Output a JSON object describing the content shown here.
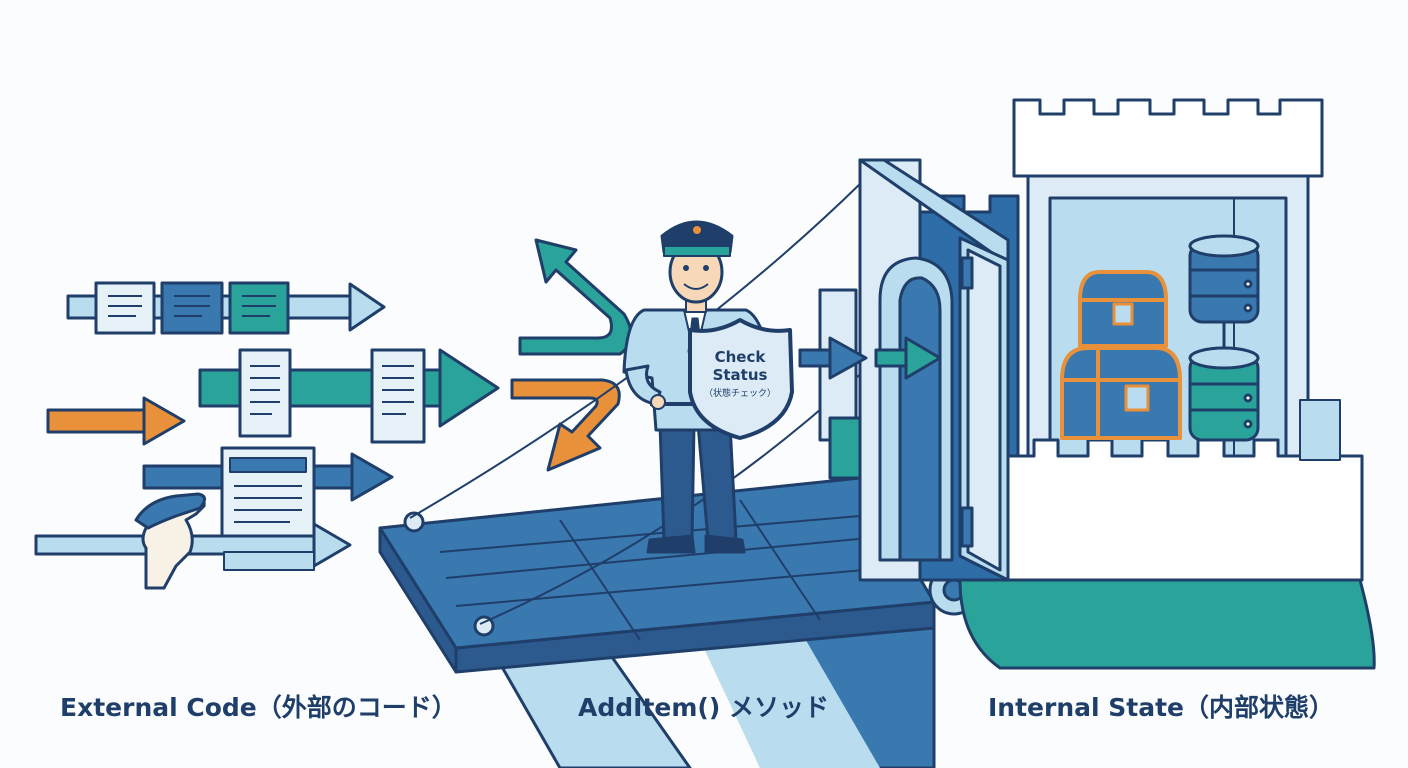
{
  "shield": {
    "line1": "Check",
    "line2": "Status",
    "line3": "（状態チェック）"
  },
  "captions": {
    "external": "External Code（外部のコード）",
    "method": "AddItem() メソッド",
    "internal": "Internal State（内部状態）"
  },
  "colors": {
    "navy": "#1f3f6a",
    "blue": "#3a78b0",
    "light_blue": "#b9dcef",
    "pale_blue": "#dcebf5",
    "teal": "#2aa39a",
    "orange": "#e8913a",
    "cream": "#f7f1e6"
  },
  "icons": [
    "police-officer",
    "shield",
    "castle",
    "drawbridge",
    "treasure-chest",
    "database",
    "document"
  ]
}
